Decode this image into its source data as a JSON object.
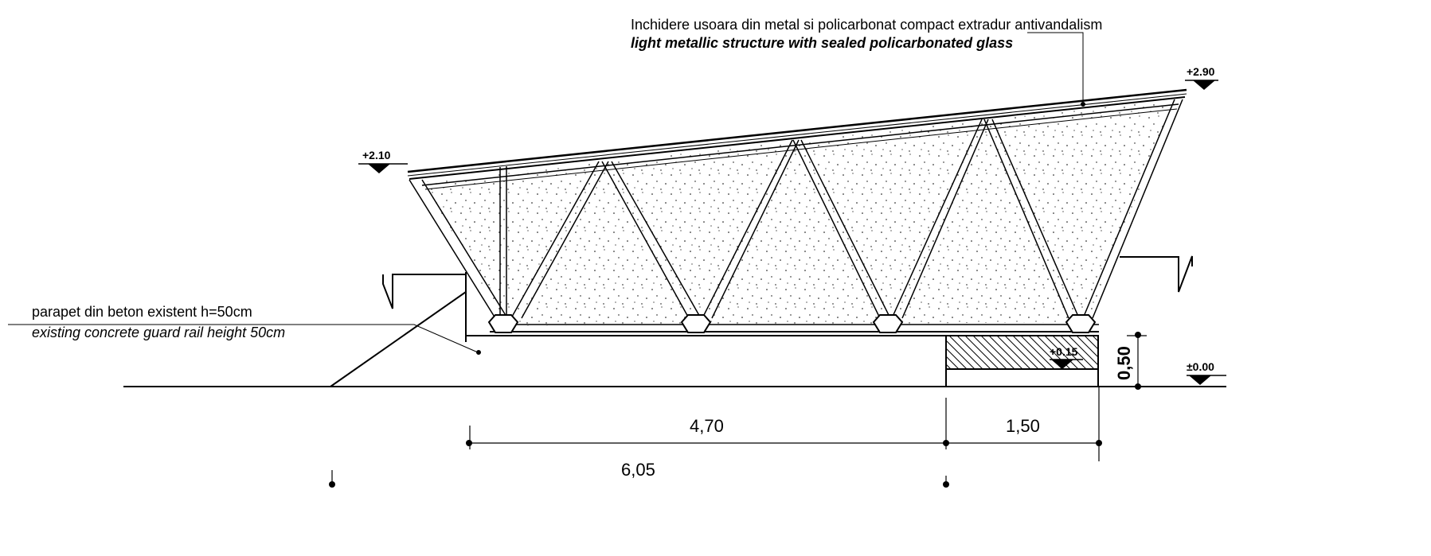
{
  "annotations": {
    "roof_ro": "Inchidere usoara din metal si policarbonat compact extradur antivandalism",
    "roof_en": "light metallic structure with sealed policarbonated glass",
    "parapet_ro": "parapet din beton existent h=50cm",
    "parapet_en": "existing concrete guard rail height 50cm"
  },
  "levels": {
    "low_edge": "+2.10",
    "high_edge": "+2.90",
    "slab": "+0.15",
    "ground": "±0.00"
  },
  "dimensions": {
    "span_left": "4,70",
    "span_right": "1,50",
    "overall": "6,05",
    "parapet_height": "0,50"
  },
  "colors": {
    "ink": "#000000",
    "paper": "#ffffff"
  }
}
